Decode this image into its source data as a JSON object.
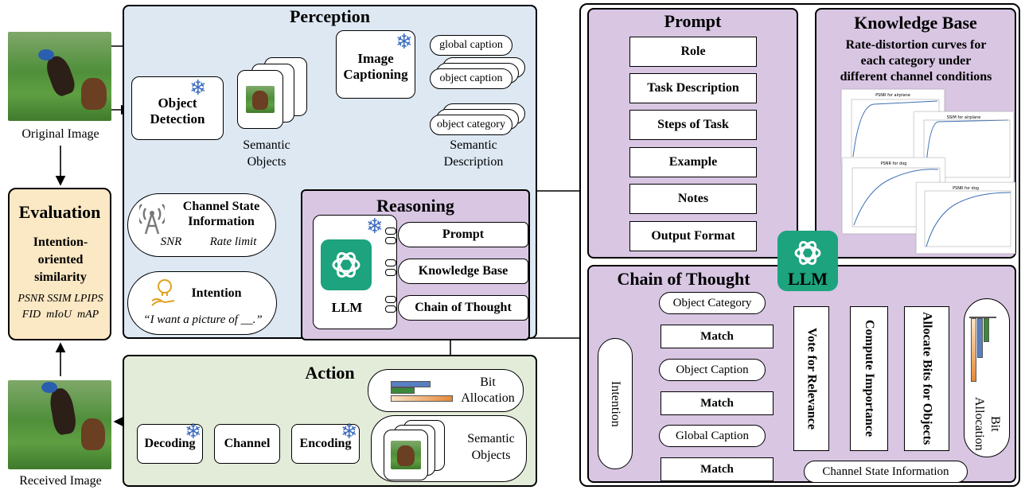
{
  "left": {
    "original_image_label": "Original Image",
    "received_image_label": "Received Image",
    "evaluation": {
      "title": "Evaluation",
      "subtitle": "Intention-oriented similarity",
      "metrics_line1": "PSNR SSIM LPIPS",
      "metrics_line2": "FID  mIoU  mAP"
    }
  },
  "perception": {
    "title": "Perception",
    "object_detection": "Object Detection",
    "image_captioning": "Image Captioning",
    "global_caption": "global caption",
    "object_caption": "object caption",
    "object_category": "object category",
    "semantic_objects": "Semantic Objects",
    "semantic_description": "Semantic Description"
  },
  "inputs": {
    "csi_title": "Channel State Information",
    "snr": "SNR",
    "rate_limit": "Rate limit",
    "intention_title": "Intention",
    "intention_quote": "“I want a picture of __.”"
  },
  "reasoning": {
    "title": "Reasoning",
    "llm_label": "LLM",
    "modules": [
      "Prompt",
      "Knowledge Base",
      "Chain of Thought"
    ]
  },
  "action": {
    "title": "Action",
    "bit_allocation": "Bit Allocation",
    "semantic_objects": "Semantic Objects",
    "decoding": "Decoding",
    "channel": "Channel",
    "encoding": "Encoding"
  },
  "prompt": {
    "title": "Prompt",
    "items": [
      "Role",
      "Task Description",
      "Steps of Task",
      "Example",
      "Notes",
      "Output Format"
    ]
  },
  "knowledge_base": {
    "title": "Knowledge Base",
    "desc_line1": "Rate-distortion curves for",
    "desc_line2": "each category under",
    "desc_line3": "different channel conditions",
    "chart_titles": [
      "PSNR for airplane",
      "SSIM for airplane",
      "PSNR for dog",
      "PSNR for dog"
    ]
  },
  "llm_center_label": "LLM",
  "chain_of_thought": {
    "title": "Chain of Thought",
    "intention": "Intention",
    "object_category": "Object Category",
    "object_caption": "Object Caption",
    "global_caption": "Global Caption",
    "match": "Match",
    "vote": "Vote for Relevance",
    "compute": "Compute Importance",
    "allocate": "Allocate Bits for Objects",
    "bit_allocation": "Bit Allocation",
    "csi": "Channel State Information"
  },
  "colors": {
    "perception_bg": "#dde8f3",
    "reasoning_bg": "#d8c6e3",
    "action_bg": "#e3ecd9",
    "evaluation_bg": "#fbe8c4",
    "snowflake": "#3d6cc0",
    "llm_green": "#1da37e",
    "bar_orange": "#e58a3a",
    "bar_green": "#3a8a3a",
    "bar_blue": "#5a7fc0"
  }
}
